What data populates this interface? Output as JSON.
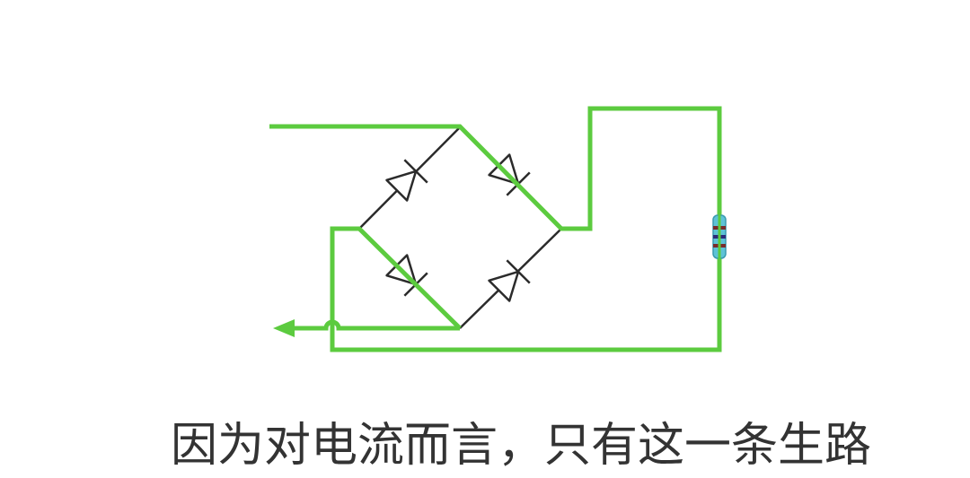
{
  "caption": "因为对电流而言，只有这一条生路",
  "colors": {
    "current_path": "#5CCB3F",
    "wire": "#2b2b2b",
    "diode_fill": "#ffffff",
    "background": "#ffffff",
    "caption_text": "#333333",
    "resistor_body": "#5EC2D6",
    "resistor_bands": [
      "#7a2b2b",
      "#2b2b7a",
      "#7a2b2b"
    ]
  },
  "components": {
    "diodes": 4,
    "resistor": 1,
    "current_direction_arrow": "arrow-left-icon"
  }
}
